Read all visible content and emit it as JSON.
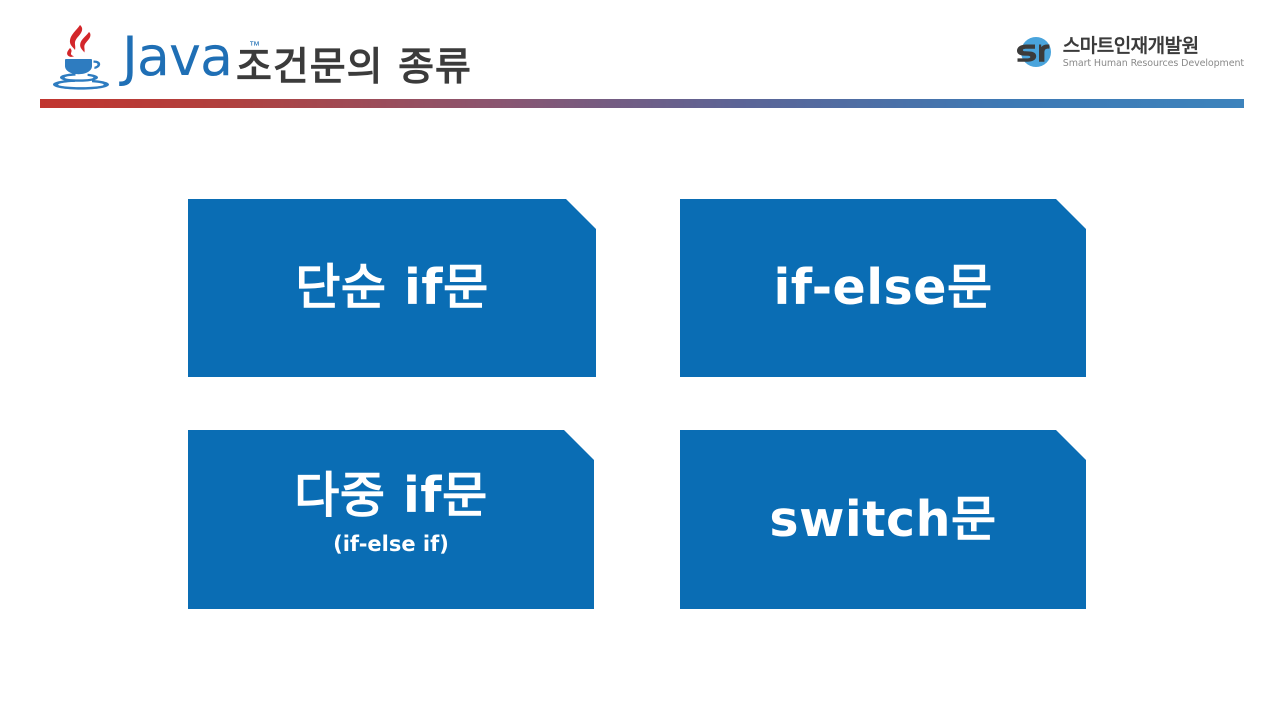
{
  "header": {
    "java_logo": {
      "icon": "java-coffee-cup-logo",
      "wordmark": "Java",
      "trademark": "™"
    },
    "title": "조건문의 종류",
    "brand": {
      "mark": "sin-circle-logo",
      "name": "스마트인재개발원",
      "subtitle": "Smart Human Resources Development"
    },
    "accent_bar": {
      "color_start": "#C1352F",
      "color_end": "#3D83BC"
    }
  },
  "theme": {
    "card_fill": "#0A6DB4",
    "card_text": "#FFFFFF",
    "title_text": "#3B3B3B",
    "java_blue": "#1F6FB5",
    "background": "#FFFFFF"
  },
  "cards": [
    {
      "title": "단순 if문",
      "subtitle": ""
    },
    {
      "title": "if-else문",
      "subtitle": ""
    },
    {
      "title": "다중 if문",
      "subtitle": "(if-else if)"
    },
    {
      "title": "switch문",
      "subtitle": ""
    }
  ]
}
